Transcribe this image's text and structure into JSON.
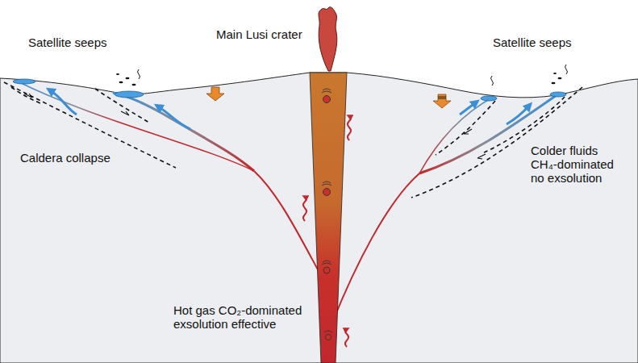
{
  "diagram": {
    "labels": [
      "Satellite seeps",
      "Main Lusi crater",
      "Satellite seeps",
      "Caldera collapse",
      "Colder fluids CH₄-dominated no exsolution",
      "Hot gas CO₂-dominated exsolution effective"
    ]
  }
}
